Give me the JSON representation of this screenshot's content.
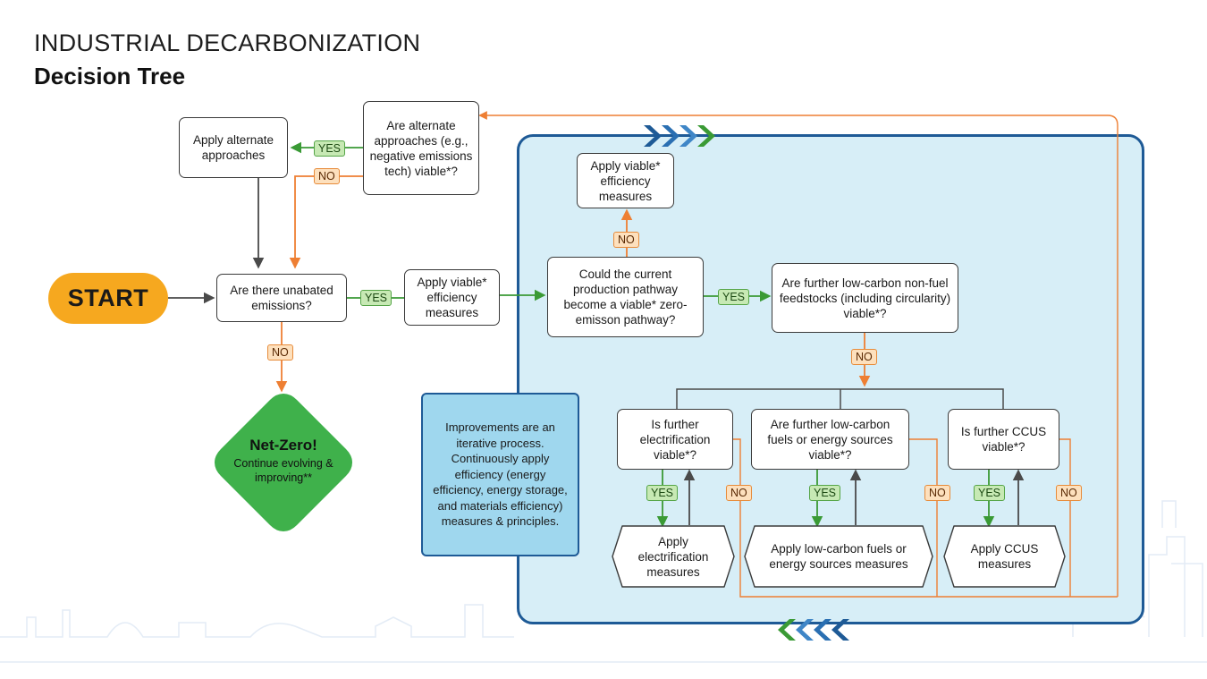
{
  "title": {
    "line1": "INDUSTRIAL DECARBONIZATION",
    "line2": "Decision Tree"
  },
  "colors": {
    "start": "#f6a81f",
    "netzero": "#3fb14b",
    "loop_panel": "#d7eef7",
    "loop_border": "#1e5a96",
    "note_fill": "#9fd7ee",
    "yes_arrow": "#3a9a35",
    "no_arrow": "#ee7f33",
    "neutral_arrow": "#4a4a4a"
  },
  "nodes": {
    "start": "START",
    "q_unabated": "Are there unabated emissions?",
    "apply_efficiency_1": "Apply viable* efficiency measures",
    "q_alternate": "Are alternate approaches (e.g., negative emissions tech) viable*?",
    "apply_alternate": "Apply alternate approaches",
    "netzero_title": "Net-Zero!",
    "netzero_sub": "Continue evolving & improving**",
    "apply_efficiency_top": "Apply viable* efficiency measures",
    "q_pathway": "Could the current production pathway become a viable* zero-emisson pathway?",
    "q_feedstocks": "Are further low-carbon non-fuel feedstocks (including circularity) viable*?",
    "q_electrification": "Is further electrification viable*?",
    "q_fuels": "Are further low-carbon fuels or energy sources viable*?",
    "q_ccus": "Is further CCUS viable*?",
    "apply_electrification": "Apply electrification measures",
    "apply_fuels": "Apply low-carbon fuels or energy sources measures",
    "apply_ccus": "Apply CCUS measures",
    "note": "Improvements are an iterative process. Continuously apply efficiency (energy efficiency, energy storage, and materials efficiency) measures & principles."
  },
  "labels": {
    "yes": "YES",
    "no": "NO"
  },
  "icons": [
    "chevron-right-icon",
    "chevron-left-icon",
    "arrow-icon",
    "city-skyline-icon"
  ]
}
